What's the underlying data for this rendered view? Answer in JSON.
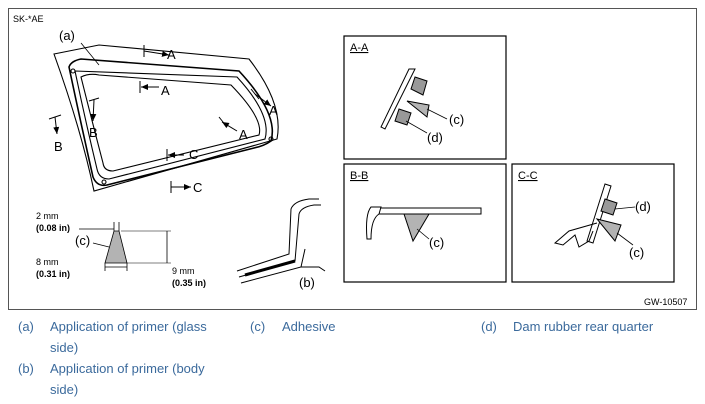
{
  "figure": {
    "model_code": "SK-*AE",
    "figure_id": "GW-10507",
    "main_view": {
      "callout_a": "(a)",
      "callout_b": "(b)",
      "callout_c": "(c)",
      "section_a": "A",
      "section_b": "B",
      "section_c": "C"
    },
    "bead_detail": {
      "top_width": "2 mm",
      "top_width_in": "(0.08 in)",
      "bottom_width": "8 mm",
      "bottom_width_in": "(0.31 in)",
      "height": "9 mm",
      "height_in": "(0.35 in)",
      "callout": "(c)"
    },
    "panels": [
      {
        "title": "A-A",
        "callouts": [
          "(c)",
          "(d)"
        ]
      },
      {
        "title": "B-B",
        "callouts": [
          "(c)"
        ]
      },
      {
        "title": "C-C",
        "callouts": [
          "(d)",
          "(c)"
        ]
      }
    ]
  },
  "legend": [
    {
      "key": "(a)",
      "text": "Application of primer (glass side)"
    },
    {
      "key": "(b)",
      "text": "Application of primer (body side)"
    },
    {
      "key": "(c)",
      "text": "Adhesive"
    },
    {
      "key": "(d)",
      "text": "Dam rubber rear quarter"
    }
  ],
  "colors": {
    "border": "#555555",
    "adhesive_fill": "#b3b3b3",
    "legend_text": "#3b6a9c"
  }
}
